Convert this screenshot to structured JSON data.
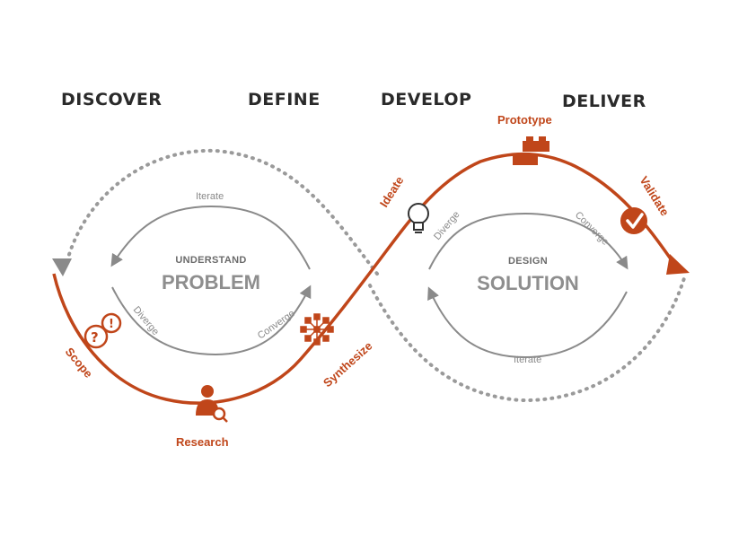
{
  "phases": [
    "DISCOVER",
    "DEFINE",
    "DEVELOP",
    "DELIVER"
  ],
  "problem": {
    "heading": "UNDERSTAND",
    "title": "PROBLEM",
    "iterate": "Iterate",
    "diverge": "Diverge",
    "converge": "Converge"
  },
  "solution": {
    "heading": "DESIGN",
    "title": "SOLUTION",
    "iterate": "Iterate",
    "diverge": "Diverge",
    "converge": "Converge"
  },
  "stages": {
    "scope": "Scope",
    "research": "Research",
    "synthesize": "Synthesize",
    "ideate": "Ideate",
    "prototype": "Prototype",
    "validate": "Validate"
  },
  "colors": {
    "accent": "#c0461a",
    "gray": "#8a8a8a",
    "dotted": "#9a9a9a"
  }
}
